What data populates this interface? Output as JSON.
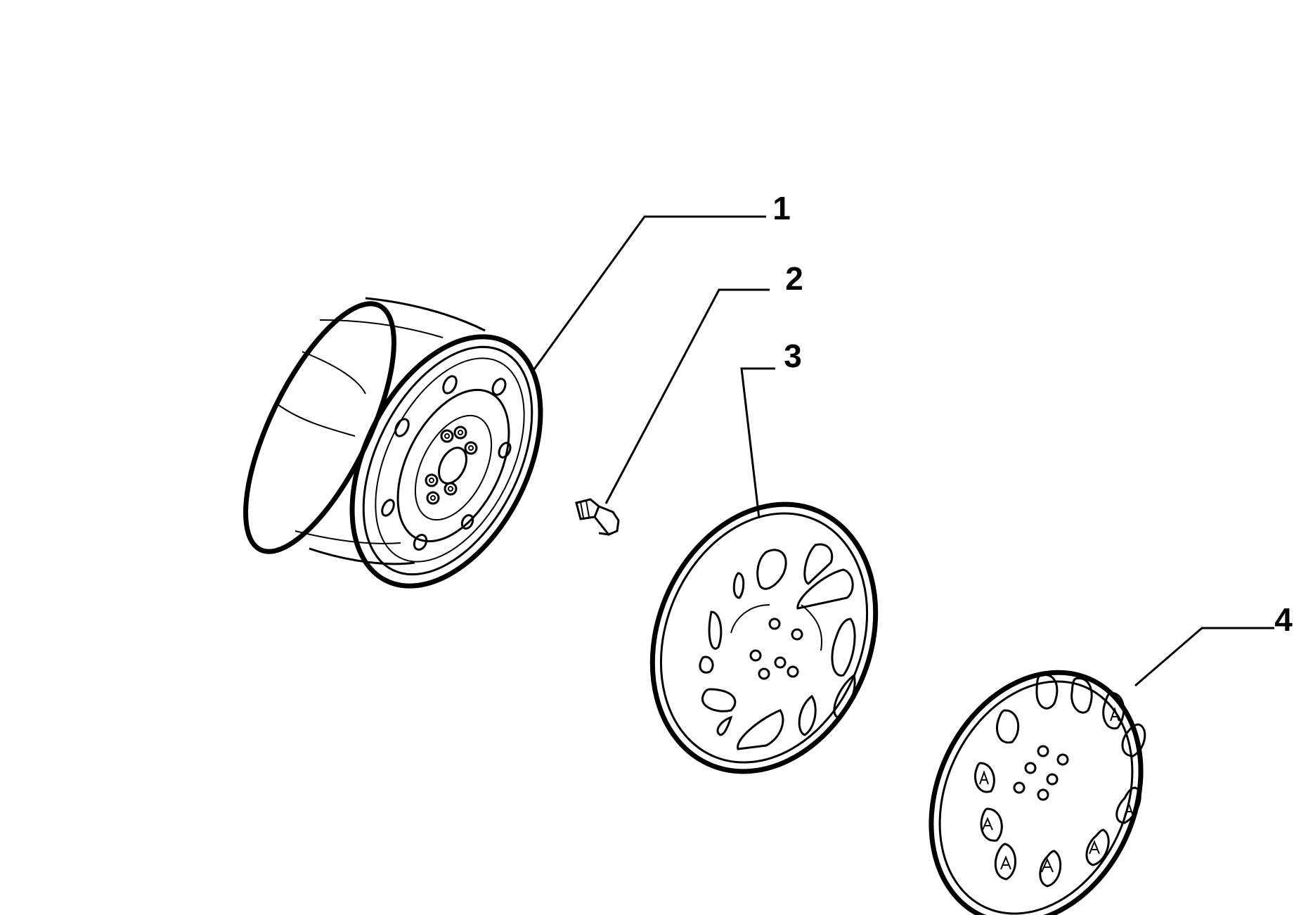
{
  "parts": [
    {
      "number": "1",
      "icon": "steel-wheel-rim"
    },
    {
      "number": "2",
      "icon": "wheel-bolt"
    },
    {
      "number": "3",
      "icon": "wheel-hub-cap"
    },
    {
      "number": "4",
      "icon": "wheel-hub-cap"
    }
  ],
  "colors": {
    "line": "#000000",
    "background": "#ffffff"
  }
}
